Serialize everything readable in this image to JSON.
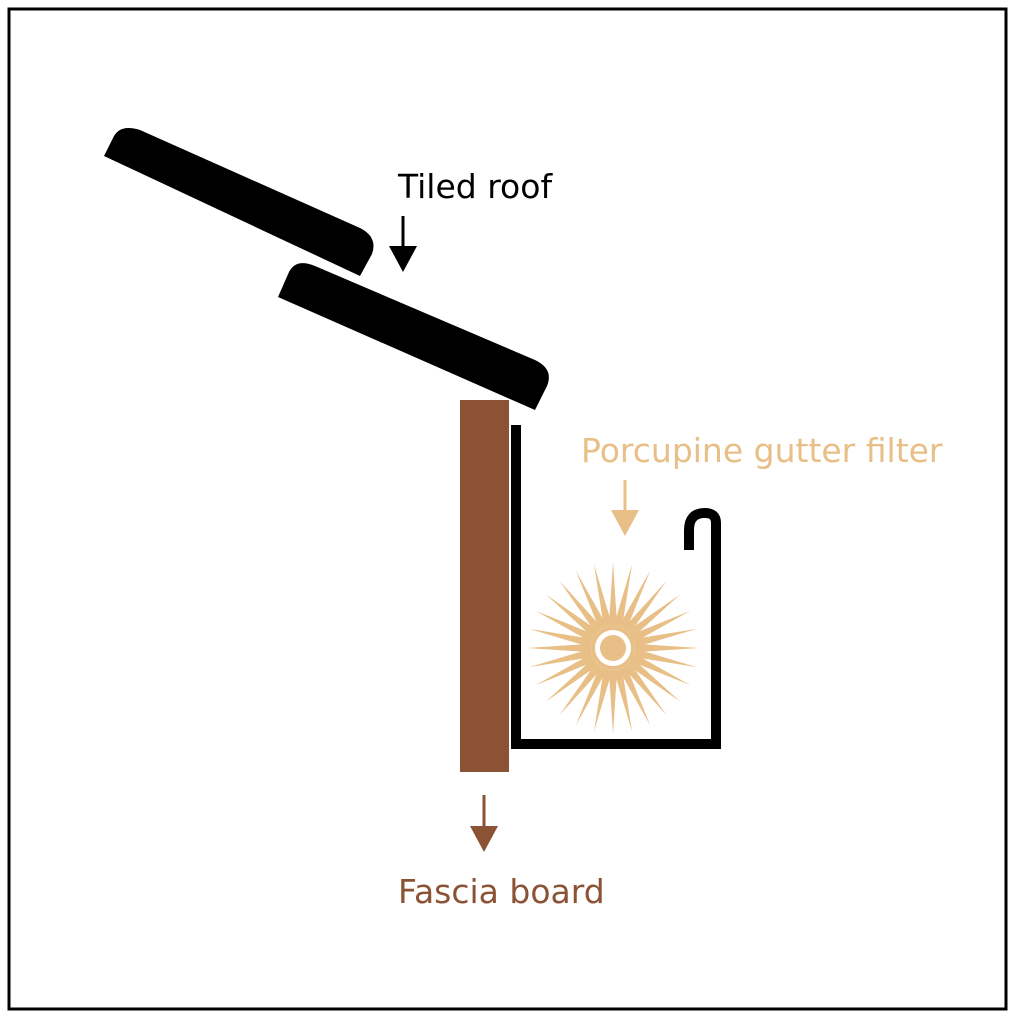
{
  "labels": {
    "roof": "Tiled roof",
    "filter": "Porcupine gutter filter",
    "fascia": "Fascia board"
  },
  "colors": {
    "border": "#000000",
    "roof": "#000000",
    "gutter": "#000000",
    "fascia": "#8B5236",
    "filter": "#E8BF86",
    "background": "#ffffff"
  },
  "filter_spikes": 28
}
